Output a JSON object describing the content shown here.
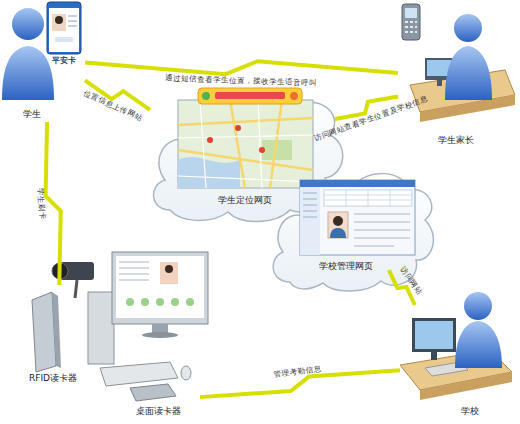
{
  "diagram": {
    "nodes": [
      {
        "text": [
          "学生"
        ]
      },
      {
        "text": [
          "学生家长"
        ]
      },
      {
        "text": [
          "学生定位网页"
        ]
      },
      {
        "text": [
          "学校管理网页"
        ]
      },
      {
        "text": [
          "RFID读卡器"
        ]
      },
      {
        "text": [
          "桌面读卡器"
        ]
      },
      {
        "text": [
          "学校"
        ]
      }
    ],
    "edges": [
      {
        "from": 0,
        "to": 1,
        "arrow": "none",
        "label": "通过短信查看学生位置，接收学生语音呼叫"
      },
      {
        "from": 0,
        "to": 2,
        "arrow": "none",
        "label": "位置信息上传网站"
      },
      {
        "from": 1,
        "to": 2,
        "arrow": "none",
        "label": "访问网站查看学生位置及学校信息"
      },
      {
        "from": 0,
        "to": 4,
        "arrow": "none",
        "label": "学生刷卡"
      },
      {
        "from": 5,
        "to": 6,
        "arrow": "none",
        "label": "管理考勤信息"
      },
      {
        "from": 6,
        "to": 3,
        "arrow": "none",
        "label": "访问网站"
      }
    ],
    "labels": [
      "平安卡"
    ]
  }
}
